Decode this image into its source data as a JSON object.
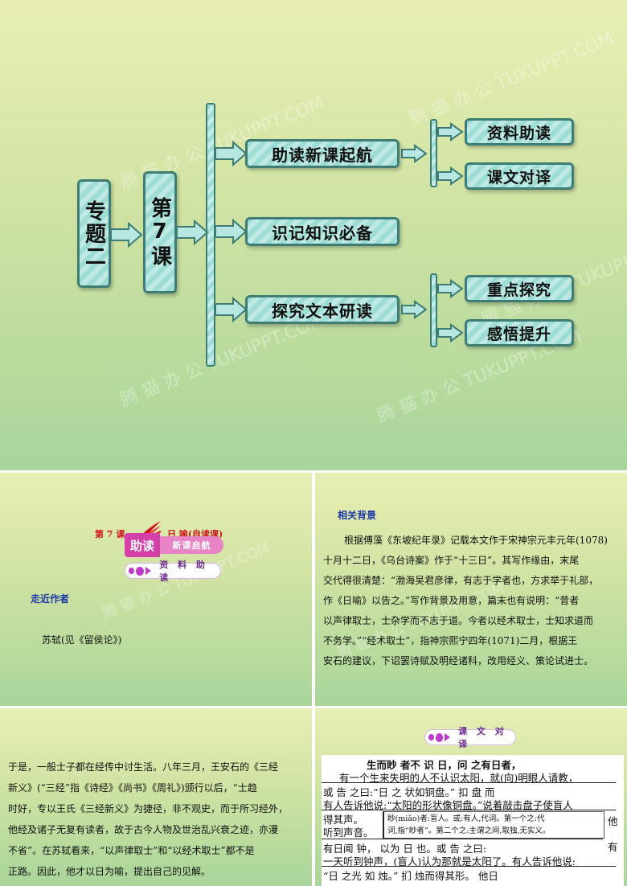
{
  "watermark": "腾 猫 办 公  TUKUPPT.COM",
  "slide1": {
    "topic": "专题二",
    "lesson": "第7课",
    "sections": [
      {
        "label": "助读新课起航",
        "children": [
          "资料助读",
          "课文对译"
        ]
      },
      {
        "label": "识记知识必备",
        "children": []
      },
      {
        "label": "探究文本研读",
        "children": [
          "重点探究",
          "感悟提升"
        ]
      }
    ]
  },
  "slide2": {
    "title_left": "第 7 课",
    "title_right": "日  喻(自读课)",
    "banner_main": "助读",
    "banner_sub": "新课启航",
    "pill_label": "资 料 助 读",
    "heading": "走近作者",
    "body": "苏轼(见《留侯论》)"
  },
  "slide3": {
    "heading": "相关背景",
    "lines": [
      "根据傅藻《东坡纪年录》记载本文作于宋神宗元丰元年(1078)",
      "十月十二日，《乌台诗案》作于“十三日”。其写作缘由，末尾",
      "交代得很清楚：“渤海吴君彦律，有志于学者也，方求举于礼部，",
      "作《日喻》以告之。”写作背景及用意，篇末也有说明：“昔者",
      "以声律取士，士杂学而不志于道。今者以经术取士，士知求道而",
      "不务学。”“经术取士”，指神宗熙宁四年(1071)二月，根据王",
      "安石的建议，下诏罢诗赋及明经诸科，改用经义、策论试进士。"
    ]
  },
  "slide4": {
    "lines": [
      "于是，一般士子都在经传中讨生活。八年三月，王安石的《三经",
      "新义》(“三经”指《诗经》《尚书》《周礼》)颁行以后，“士趋",
      "时好，专以王氏《三经新义》为捷径，非不观史，而于所习经外，",
      "他经及诸子无复有读者，故于古今人物及世治乱兴衰之迹，亦漫",
      "不省”。在苏轼看来，“以声律取士”和“以经术取士”都不是",
      "正路。因此，他才以日为喻，提出自己的见解。"
    ]
  },
  "slide5": {
    "pill_label": "课 文 对 译",
    "lines": [
      "生而眇    者不  识  日，问  之有日者，",
      "有一个生来失明的人不认识太阳，就(向)明眼人请教，",
      "或  告 之曰:“日  之  状如铜盘。”   扣  盘  而",
      "有人告诉他说:“太阳的形状像铜盘。”说着敲击盘子使盲人",
      "得其声。",
      "听到声音。",
      "有日闻  钟，         以为         日  也。或  告  之曰:",
      "一天听到钟声，(盲人)认为那就是太阳了。有人告诉他说:",
      "“日  之光  如  烛。”    扪    烛而得其形。     他日"
    ],
    "note_line1": "眇(miǎo)者:盲人。或:有人,代词。第一个之:代",
    "note_line2": "词,指“眇者”。第二个之:主谓之间,取独,无实义。",
    "note_side_top": "他",
    "note_side_bottom": "有"
  },
  "colors": {
    "box_border": "#3e7d74",
    "box_fill": "#9edcd6",
    "title_red": "#d0121b",
    "heading_blue": "#1f3aa8",
    "accent_purple": "#c23ac9"
  }
}
